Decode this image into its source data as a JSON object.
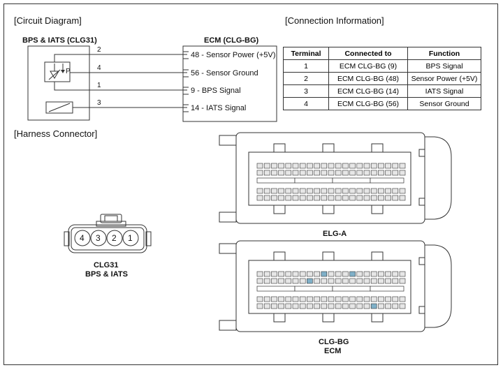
{
  "headers": {
    "circuit": "[Circuit Diagram]",
    "connection": "[Connection Information]",
    "harness": "[Harness Connector]"
  },
  "sensor": {
    "title": "BPS & IATS (CLG31)",
    "p_label": "P"
  },
  "ecm": {
    "title": "ECM (CLG-BG)",
    "pins": [
      "48 - Sensor Power (+5V)",
      "56 - Sensor Ground",
      "9 - BPS Signal",
      "14 - IATS Signal"
    ]
  },
  "wires": [
    "2",
    "4",
    "1",
    "3"
  ],
  "table": {
    "headers": [
      "Terminal",
      "Connected to",
      "Function"
    ],
    "rows": [
      [
        "1",
        "ECM CLG-BG (9)",
        "BPS Signal"
      ],
      [
        "2",
        "ECM CLG-BG (48)",
        "Sensor Power (+5V)"
      ],
      [
        "3",
        "ECM CLG-BG (14)",
        "IATS Signal"
      ],
      [
        "4",
        "ECM CLG-BG (56)",
        "Sensor Ground"
      ]
    ]
  },
  "connector_clg31": {
    "pins": [
      "4",
      "3",
      "2",
      "1"
    ],
    "label1": "CLG31",
    "label2": "BPS & IATS"
  },
  "elg_a": {
    "label": "ELG-A"
  },
  "clg_bg": {
    "label1": "CLG-BG",
    "label2": "ECM"
  },
  "colors": {
    "line": "#333333",
    "pin_fill": "#e6e6e6",
    "highlight": "#7fb0c8"
  }
}
